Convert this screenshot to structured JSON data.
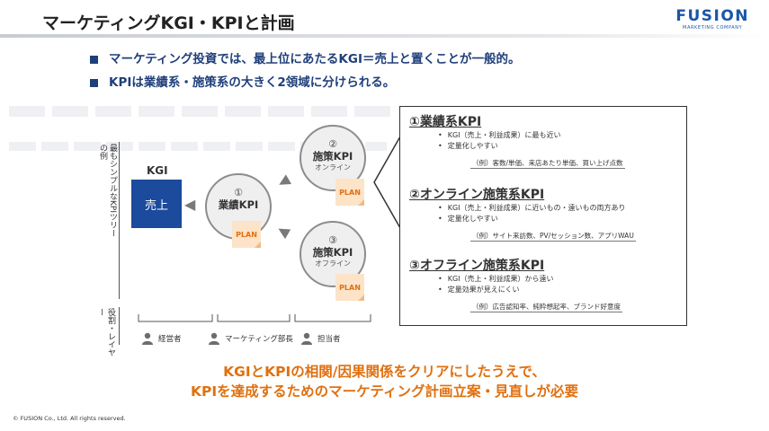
{
  "title": "マーケティングKGI・KPIと計画",
  "logo": {
    "main": "FUSION",
    "sub": "MARKETING COMPANY"
  },
  "bullets": [
    "マーケティング投資では、最上位にあたるKGI＝売上と置くことが一般的。",
    "KPIは業績系・施策系の大きく2領域に分けられる。"
  ],
  "tree": {
    "side_label": "最もシンプルなKPIツリーの例",
    "kgi_title": "KGI",
    "kgi_box": "売上",
    "node1": {
      "num": "①",
      "name": "業績KPI"
    },
    "node2": {
      "num": "②",
      "name": "施策KPI",
      "sub": "オンライン"
    },
    "node3": {
      "num": "③",
      "name": "施策KPI",
      "sub": "オフライン"
    },
    "plan_label": "PLAN"
  },
  "panel": {
    "s1": {
      "title": "①業績系KPI",
      "items": [
        "KGI（売上・利益成果）に最も近い",
        "定量化しやすい"
      ],
      "example": "（例）客数/単価、来店あたり単価、買い上げ点数"
    },
    "s2": {
      "title": "②オンライン施策系KPI",
      "items": [
        "KGI（売上・利益成果）に近いもの・遠いもの両方あり",
        "定量化しやすい"
      ],
      "example": "（例）サイト来訪数、PV/セッション数、アプリWAU"
    },
    "s3": {
      "title": "③オフライン施策系KPI",
      "items": [
        "KGI（売上・利益成果）から遠い",
        "定量効果が見えにくい"
      ],
      "example": "（例）広告認知率、純粋想起率、ブランド好意度"
    }
  },
  "layer": {
    "label": "役割・レイヤー",
    "people": [
      "経営者",
      "マーケティング部長",
      "担当者"
    ]
  },
  "conclusion": [
    "KGIとKPIの相関/因果関係をクリアにしたうえで、",
    "KPIを達成するためのマーケティング計画立案・見直しが必要"
  ],
  "copyright": "© FUSION Co., Ltd. All rights reserved.",
  "colors": {
    "accent": "#1c4a9c",
    "orange": "#e0700f",
    "plan_bg": "#fde3c8"
  }
}
